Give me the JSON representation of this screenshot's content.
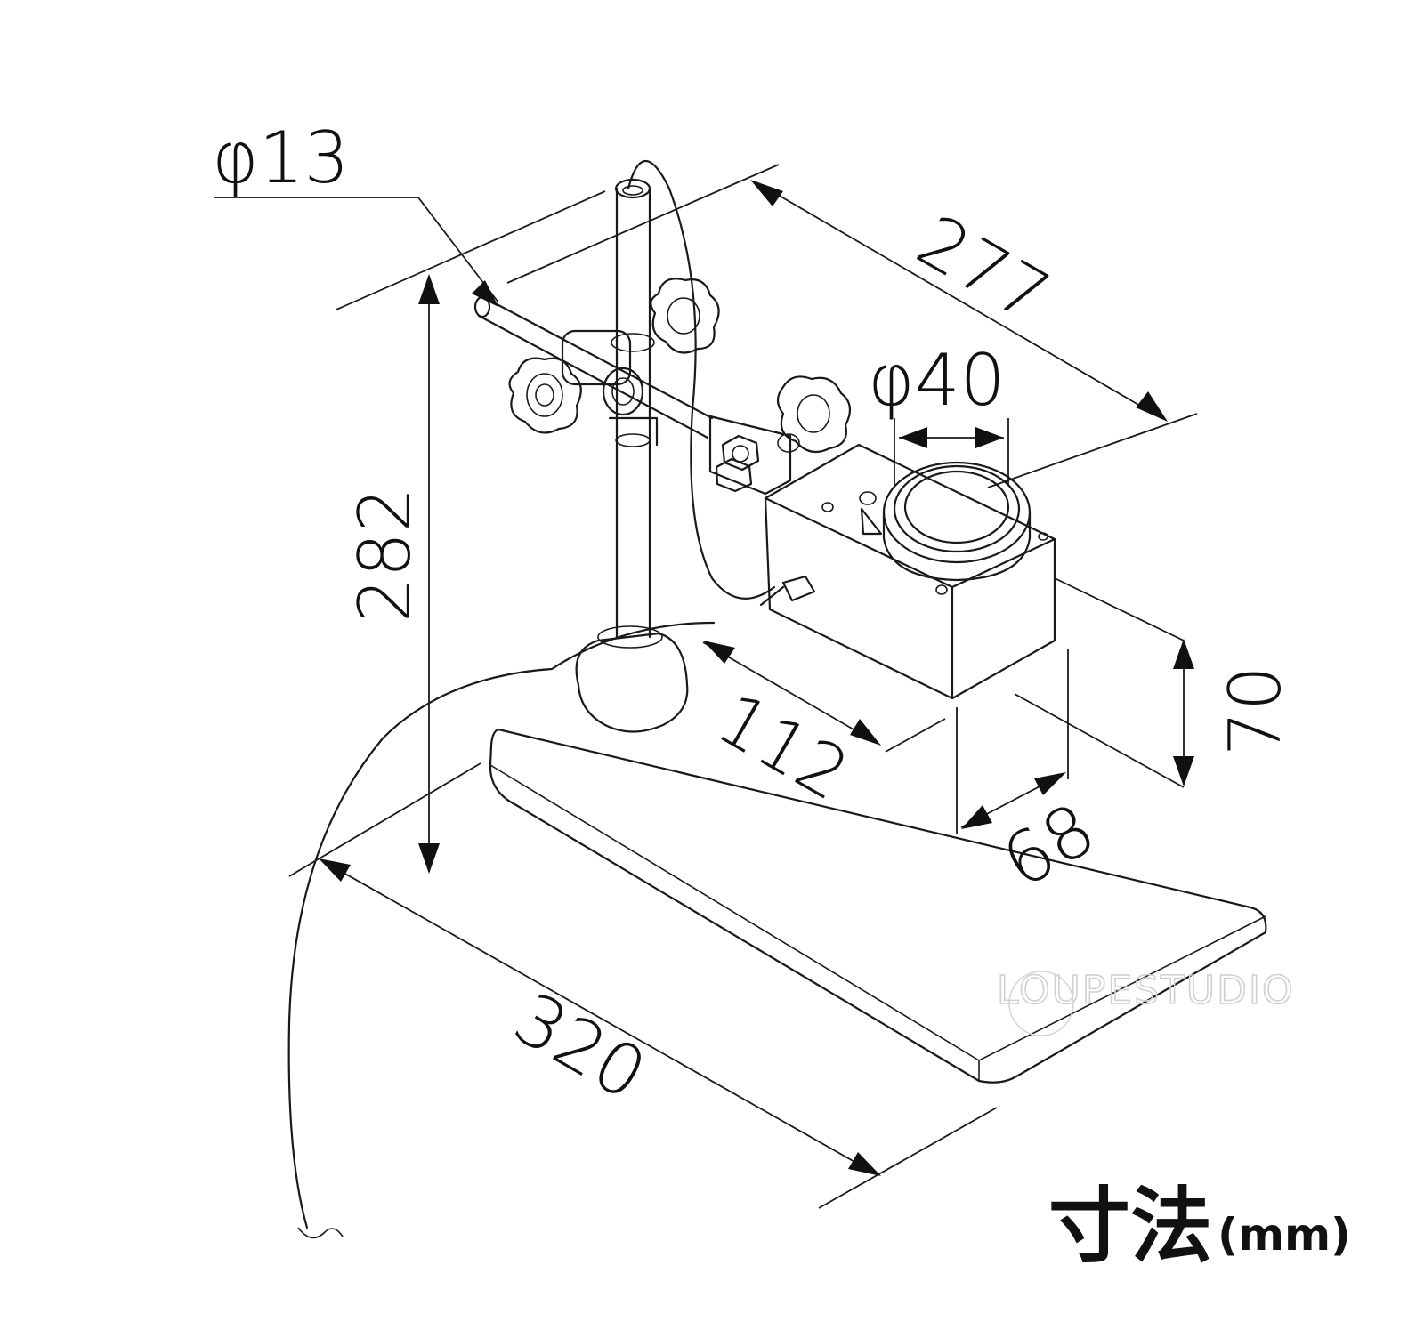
{
  "dimensions": {
    "pole_diameter": "φ13",
    "arm_length": "277",
    "lens_diameter": "φ40",
    "total_height": "282",
    "head_depth": "112",
    "head_height": "70",
    "head_width": "68",
    "base_length": "320"
  },
  "watermark": "LOUPESTUDIO",
  "caption": {
    "main": "寸法",
    "unit": "(mm)"
  }
}
